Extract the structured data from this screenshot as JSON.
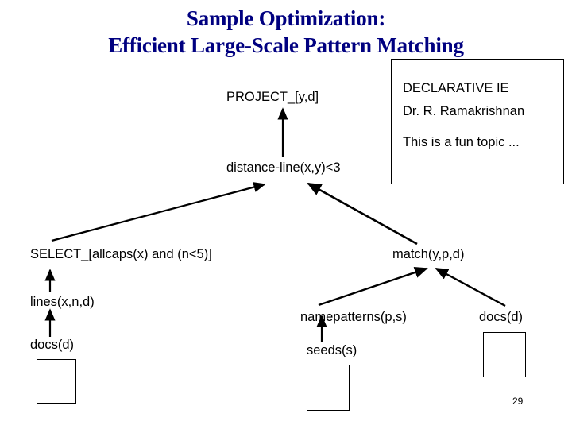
{
  "slide": {
    "title_line1": "Sample Optimization:",
    "title_line2": "Efficient Large-Scale Pattern Matching",
    "title_color": "#000080",
    "page_number": "29"
  },
  "callout": {
    "line1": "DECLARATIVE IE",
    "line2": "Dr. R. Ramakrishnan",
    "line3": "This is a fun topic ..."
  },
  "diagram": {
    "nodes": [
      {
        "id": "project",
        "label": "PROJECT_[y,d]"
      },
      {
        "id": "distance_line",
        "label": "distance-line(x,y)<3"
      },
      {
        "id": "select",
        "label": "SELECT_[allcaps(x) and (n<5)]"
      },
      {
        "id": "lines",
        "label": "lines(x,n,d)"
      },
      {
        "id": "docs_left",
        "label": "docs(d)"
      },
      {
        "id": "match",
        "label": "match(y,p,d)"
      },
      {
        "id": "namepatterns",
        "label": "namepatterns(p,s)"
      },
      {
        "id": "seeds",
        "label": "seeds(s)"
      },
      {
        "id": "docs_right",
        "label": "docs(d)"
      }
    ],
    "edges": [
      {
        "from": "distance_line",
        "to": "project"
      },
      {
        "from": "select",
        "to": "distance_line"
      },
      {
        "from": "match",
        "to": "distance_line"
      },
      {
        "from": "lines",
        "to": "select"
      },
      {
        "from": "docs_left",
        "to": "lines"
      },
      {
        "from": "namepatterns",
        "to": "match"
      },
      {
        "from": "docs_right",
        "to": "match"
      },
      {
        "from": "seeds",
        "to": "namepatterns"
      }
    ]
  }
}
